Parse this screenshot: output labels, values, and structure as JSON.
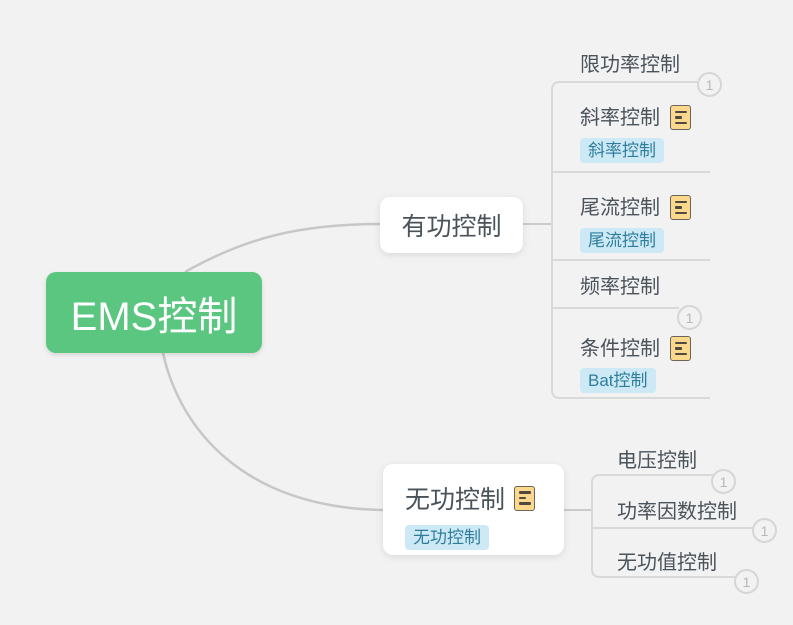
{
  "app": "mind-map-canvas",
  "background": "#f2f2f2",
  "colors": {
    "root_bg": "#5bc680",
    "root_text": "#ffffff",
    "topic_text": "#4a525a",
    "tag_bg": "#cde9f5",
    "tag_text": "#2e7e9b",
    "note_icon_bg": "#fbd88c",
    "branch_line": "#c7c7c7",
    "table_line": "#d9d9d9",
    "badge_border": "#d6d6d6"
  },
  "root": {
    "label": "EMS控制"
  },
  "branches": [
    {
      "label": "有功控制",
      "children": [
        {
          "label": "限功率控制",
          "badge": "1"
        },
        {
          "label": "斜率控制",
          "has_note": true,
          "tag": "斜率控制"
        },
        {
          "label": "尾流控制",
          "has_note": true,
          "tag": "尾流控制"
        },
        {
          "label": "频率控制",
          "badge": "1"
        },
        {
          "label": "条件控制",
          "has_note": true,
          "tag": "Bat控制"
        }
      ]
    },
    {
      "label": "无功控制",
      "has_note": true,
      "tag": "无功控制",
      "children": [
        {
          "label": "电压控制",
          "badge": "1"
        },
        {
          "label": "功率因数控制",
          "badge": "1"
        },
        {
          "label": "无功值控制",
          "badge": "1"
        }
      ]
    }
  ]
}
